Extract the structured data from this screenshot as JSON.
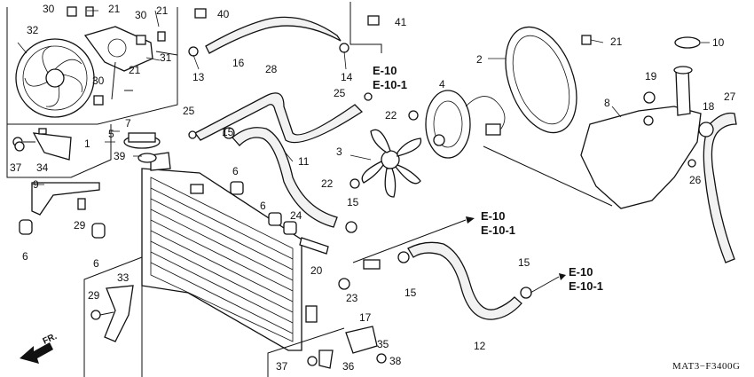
{
  "diagram_code": "MAT3−F3400G",
  "front_marker": "FR.",
  "callouts": [
    {
      "id": "c30a",
      "text": "30"
    },
    {
      "id": "c21a",
      "text": "21"
    },
    {
      "id": "c30b",
      "text": "30"
    },
    {
      "id": "c21b",
      "text": "21"
    },
    {
      "id": "c40",
      "text": "40"
    },
    {
      "id": "c41",
      "text": "41"
    },
    {
      "id": "c32",
      "text": "32"
    },
    {
      "id": "c31",
      "text": "31"
    },
    {
      "id": "c21c",
      "text": "21"
    },
    {
      "id": "c30c",
      "text": "30"
    },
    {
      "id": "c13",
      "text": "13"
    },
    {
      "id": "c16",
      "text": "16"
    },
    {
      "id": "c14",
      "text": "14"
    },
    {
      "id": "c2",
      "text": "2"
    },
    {
      "id": "c21d",
      "text": "21"
    },
    {
      "id": "c10",
      "text": "10"
    },
    {
      "id": "c19",
      "text": "19"
    },
    {
      "id": "c28",
      "text": "28"
    },
    {
      "id": "c25a",
      "text": "25"
    },
    {
      "id": "c4",
      "text": "4"
    },
    {
      "id": "c8",
      "text": "8"
    },
    {
      "id": "c27",
      "text": "27"
    },
    {
      "id": "c18",
      "text": "18"
    },
    {
      "id": "c25b",
      "text": "25"
    },
    {
      "id": "c22a",
      "text": "22"
    },
    {
      "id": "c7",
      "text": "7"
    },
    {
      "id": "c5",
      "text": "5"
    },
    {
      "id": "c1",
      "text": "1"
    },
    {
      "id": "c39",
      "text": "39"
    },
    {
      "id": "c15a",
      "text": "15"
    },
    {
      "id": "c3",
      "text": "3"
    },
    {
      "id": "c11",
      "text": "11"
    },
    {
      "id": "c37a",
      "text": "37"
    },
    {
      "id": "c34",
      "text": "34"
    },
    {
      "id": "c6a",
      "text": "6"
    },
    {
      "id": "c26",
      "text": "26"
    },
    {
      "id": "c22b",
      "text": "22"
    },
    {
      "id": "c9",
      "text": "9"
    },
    {
      "id": "c6b",
      "text": "6"
    },
    {
      "id": "c24",
      "text": "24"
    },
    {
      "id": "c15b",
      "text": "15"
    },
    {
      "id": "c29a",
      "text": "29"
    },
    {
      "id": "c6c",
      "text": "6"
    },
    {
      "id": "c6d",
      "text": "6"
    },
    {
      "id": "c20",
      "text": "20"
    },
    {
      "id": "c15c",
      "text": "15"
    },
    {
      "id": "c15d",
      "text": "15"
    },
    {
      "id": "c33",
      "text": "33"
    },
    {
      "id": "c29b",
      "text": "29"
    },
    {
      "id": "c23",
      "text": "23"
    },
    {
      "id": "c17",
      "text": "17"
    },
    {
      "id": "c12",
      "text": "12"
    },
    {
      "id": "c35",
      "text": "35"
    },
    {
      "id": "c37b",
      "text": "37"
    },
    {
      "id": "c36",
      "text": "36"
    },
    {
      "id": "c38",
      "text": "38"
    }
  ],
  "references": [
    {
      "id": "r1a",
      "text": "E-10"
    },
    {
      "id": "r1b",
      "text": "E-10-1"
    },
    {
      "id": "r2a",
      "text": "E-10"
    },
    {
      "id": "r2b",
      "text": "E-10-1"
    },
    {
      "id": "r3a",
      "text": "E-10"
    },
    {
      "id": "r3b",
      "text": "E-10-1"
    }
  ]
}
